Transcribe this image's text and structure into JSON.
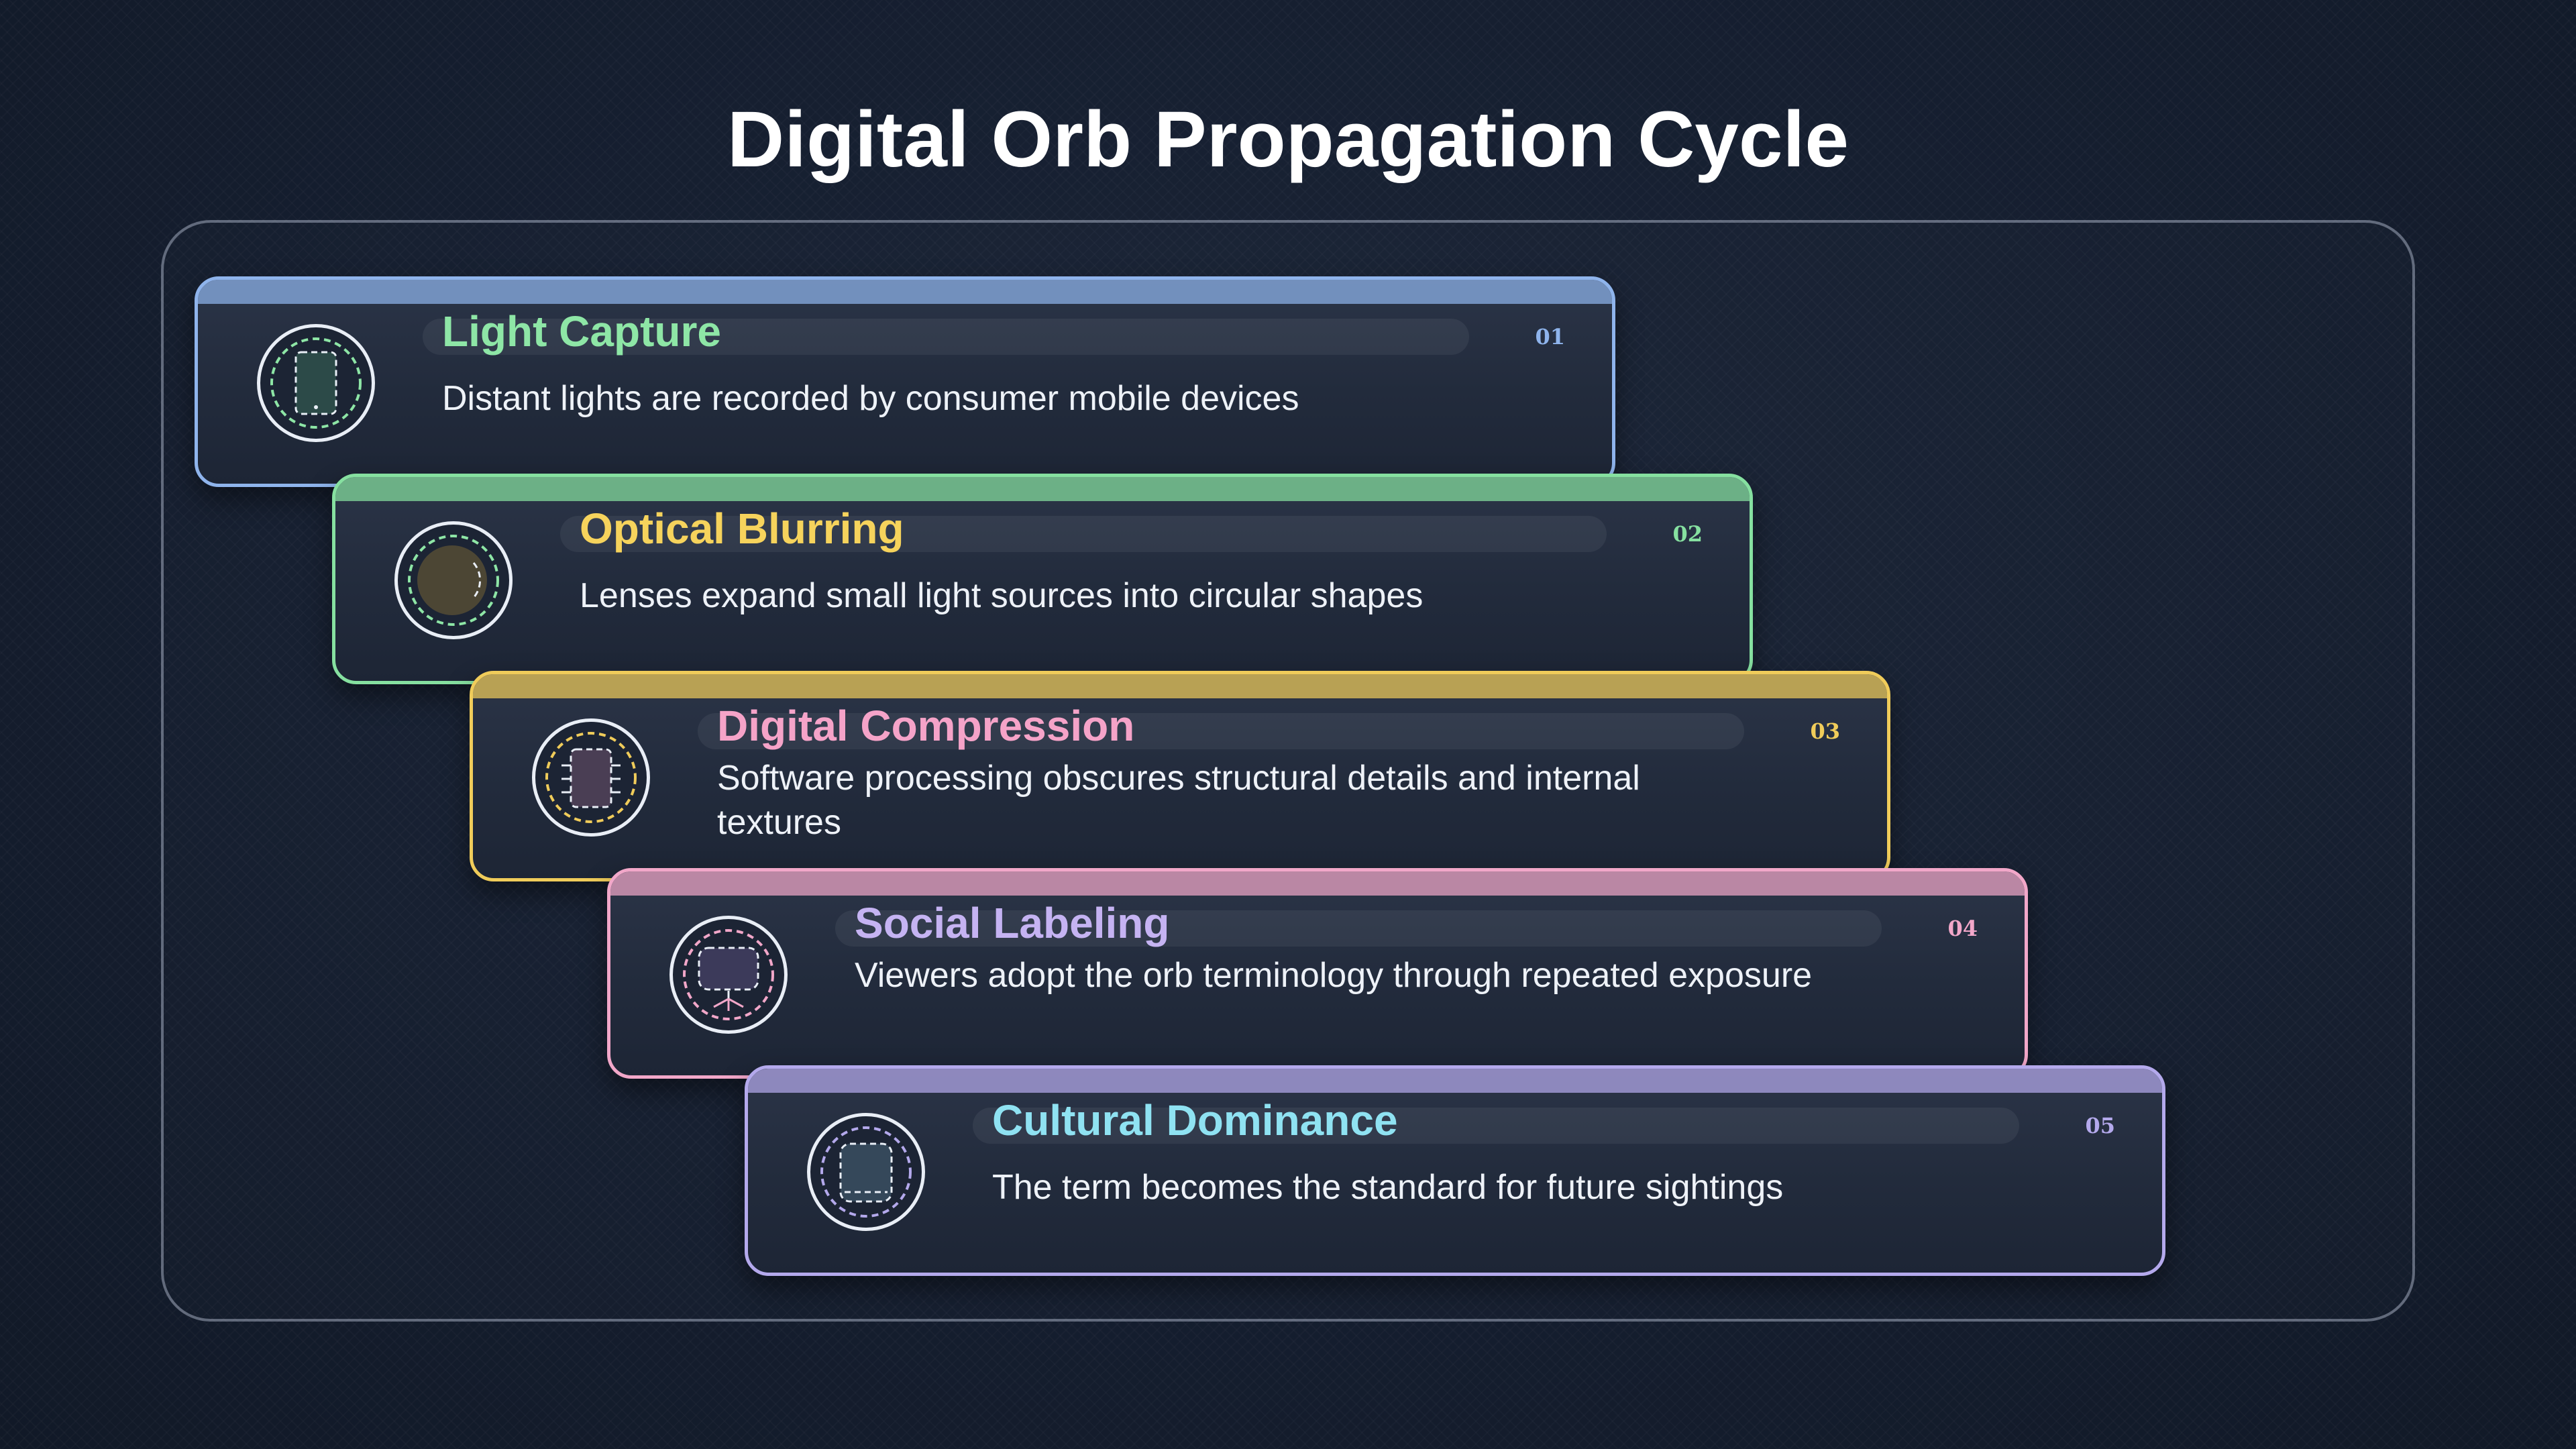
{
  "diagram": {
    "title": "Digital Orb Propagation Cycle",
    "steps": [
      {
        "number": "01",
        "title": "Light Capture",
        "description": "Distant lights are recorded by consumer mobile devices",
        "icon": "phone-icon",
        "accent": "#8fb4ec",
        "title_color": "#8ee6a6",
        "orb_fill": "#2c4a48",
        "dash_color": "#8ee6a6"
      },
      {
        "number": "02",
        "title": "Optical Blurring",
        "description": "Lenses expand small light sources into circular shapes",
        "icon": "blur-orb-icon",
        "accent": "#86e0a0",
        "title_color": "#f6d35c",
        "orb_fill": "#4c4634",
        "dash_color": "#8ee6a6"
      },
      {
        "number": "03",
        "title": "Digital Compression",
        "description": "Software processing obscures structural details and internal textures",
        "icon": "chip-icon",
        "accent": "#f0cc5a",
        "title_color": "#f5a3c8",
        "orb_fill": "#4a3e54",
        "dash_color": "#f0cc5a"
      },
      {
        "number": "04",
        "title": "Social Labeling",
        "description": "Viewers adopt the orb terminology through repeated exposure",
        "icon": "network-screen-icon",
        "accent": "#f2a7c9",
        "title_color": "#c5b3f2",
        "orb_fill": "#3c3a5a",
        "dash_color": "#f2a7c9"
      },
      {
        "number": "05",
        "title": "Cultural Dominance",
        "description": "The term becomes the standard for future sightings",
        "icon": "document-icon",
        "accent": "#b4a9ec",
        "title_color": "#8fe2f2",
        "orb_fill": "#35485a",
        "dash_color": "#b4a9ec"
      }
    ]
  }
}
